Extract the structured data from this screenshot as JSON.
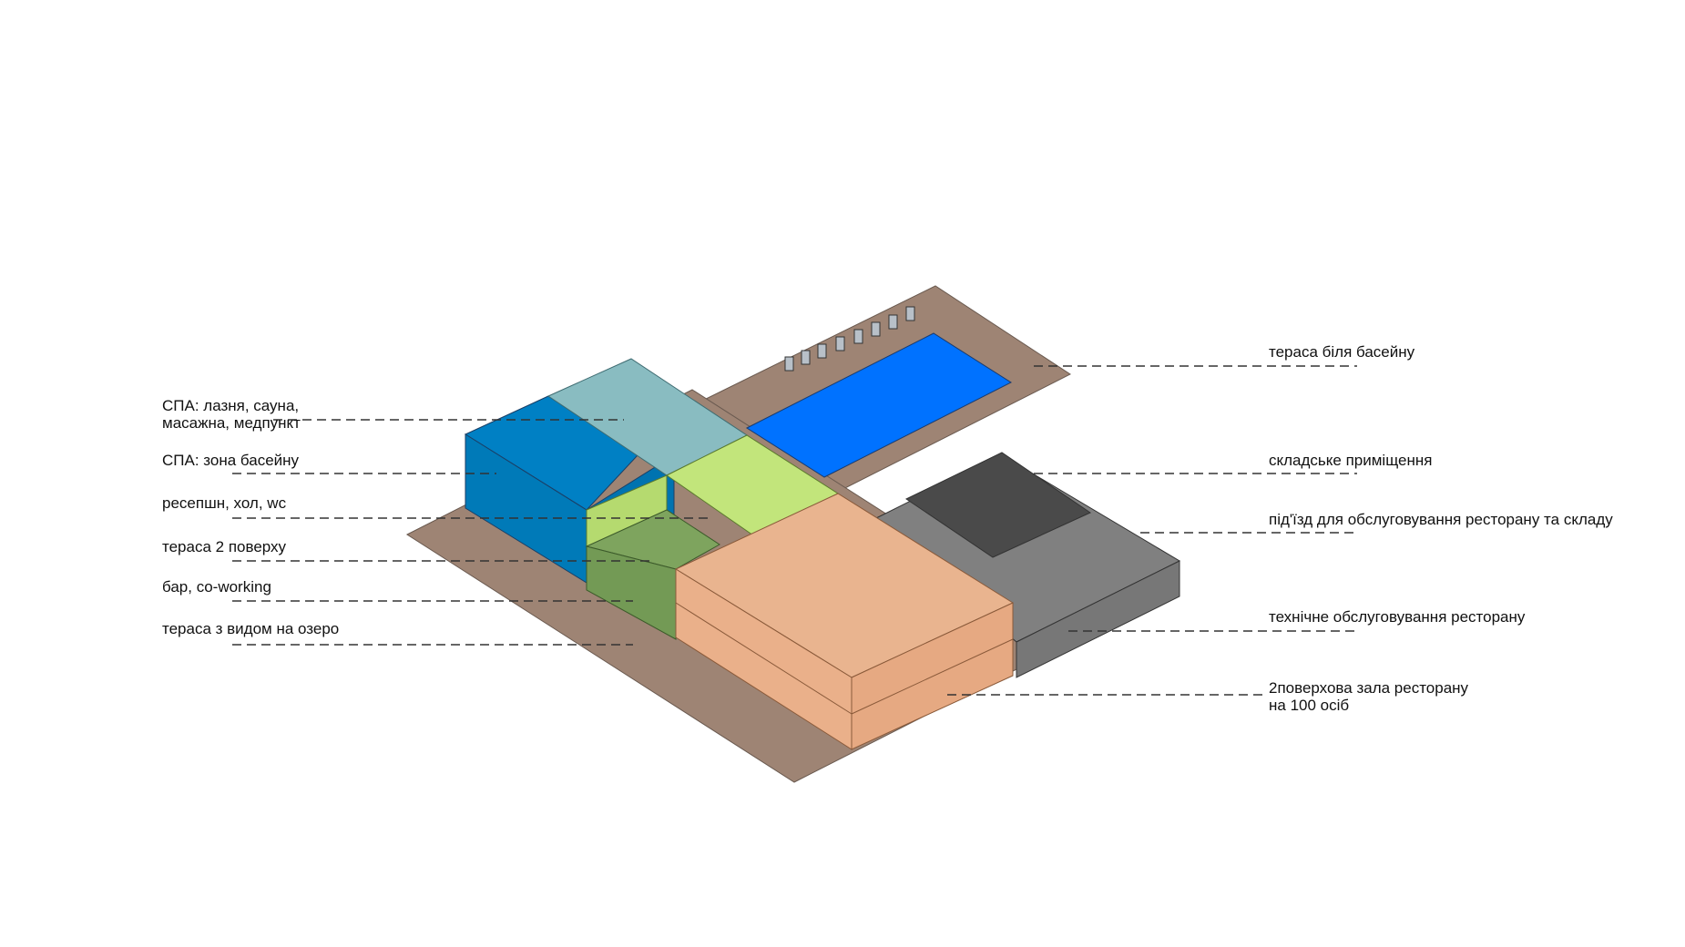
{
  "labels": {
    "left": [
      {
        "id": "spa-bath",
        "lines": [
          "СПА: лазня, сауна,",
          "масажна, медпункт"
        ]
      },
      {
        "id": "spa-pool",
        "lines": [
          "СПА: зона басейну"
        ]
      },
      {
        "id": "reception",
        "lines": [
          "ресепшн, хол, wc"
        ]
      },
      {
        "id": "terrace-2",
        "lines": [
          "тераса 2 поверху"
        ]
      },
      {
        "id": "bar",
        "lines": [
          "бар, co-working"
        ]
      },
      {
        "id": "terrace-lake",
        "lines": [
          "тераса з видом на озеро"
        ]
      }
    ],
    "right": [
      {
        "id": "pool-terrace",
        "lines": [
          "тераса біля басейну"
        ]
      },
      {
        "id": "storage",
        "lines": [
          "складське приміщення"
        ]
      },
      {
        "id": "service-drive",
        "lines": [
          "під'їзд для обслуговування ресторану та складу"
        ]
      },
      {
        "id": "tech-service",
        "lines": [
          "технічне обслуговування ресторану"
        ]
      },
      {
        "id": "restaurant-hall",
        "lines": [
          "2поверхова зала ресторану",
          "на 100 осіб"
        ]
      }
    ]
  },
  "colors": {
    "ground": "#9e8474",
    "pool_water": "#0072ff",
    "spa_bath_top": "#89bcc1",
    "spa_pool": "#0080c4",
    "reception_top": "#c2e57b",
    "bar_terrace": "#7ea45e",
    "restaurant": "#e9b48f",
    "service_grey": "#808080",
    "storage_dark": "#4a4a4a",
    "leader": "#333333"
  }
}
